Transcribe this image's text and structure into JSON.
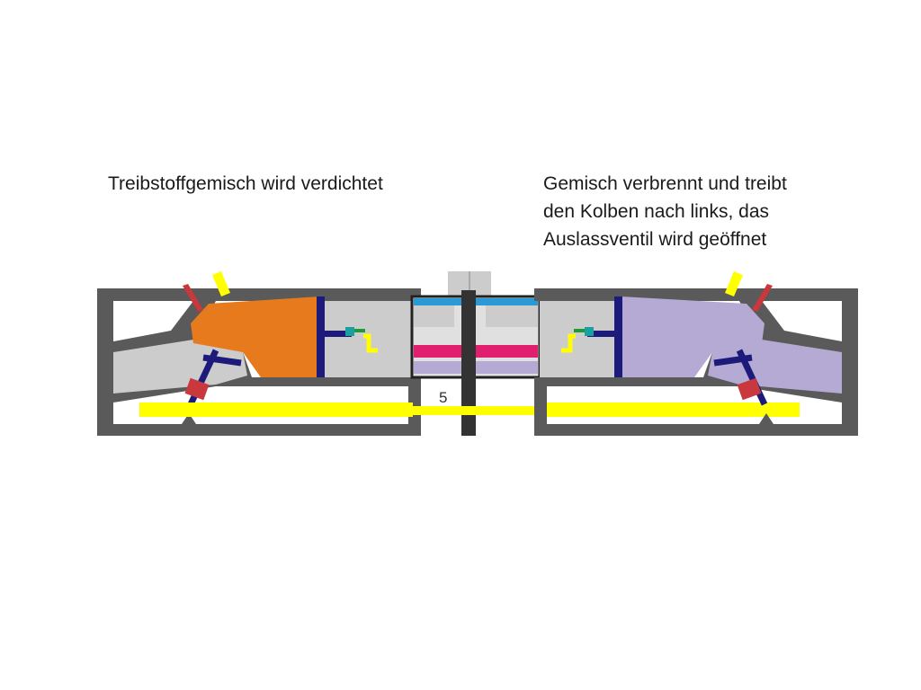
{
  "captions": {
    "left_lines": [
      "Treibstoffgemisch wird verdichtet"
    ],
    "right_lines": [
      "Gemisch verbrennt und treibt",
      "den Kolben nach links, das",
      "Auslassventil wird geöffnet"
    ]
  },
  "diagram": {
    "center_label": "5",
    "colors": {
      "housing": "#5a5a5a",
      "channel": "#cccccc",
      "compressed_mixture": "#e87a1e",
      "burning_gas": "#b4aad4",
      "fuel_line": "#ffff00",
      "valve": "#1c1a7a",
      "piston_rod_top": "#2a9ad6",
      "piston_rod_mid": "#e0206e",
      "piston_rod_bottom": "#b4aad4",
      "shaft": "#333333",
      "spark_plug": "#c8383c"
    }
  }
}
